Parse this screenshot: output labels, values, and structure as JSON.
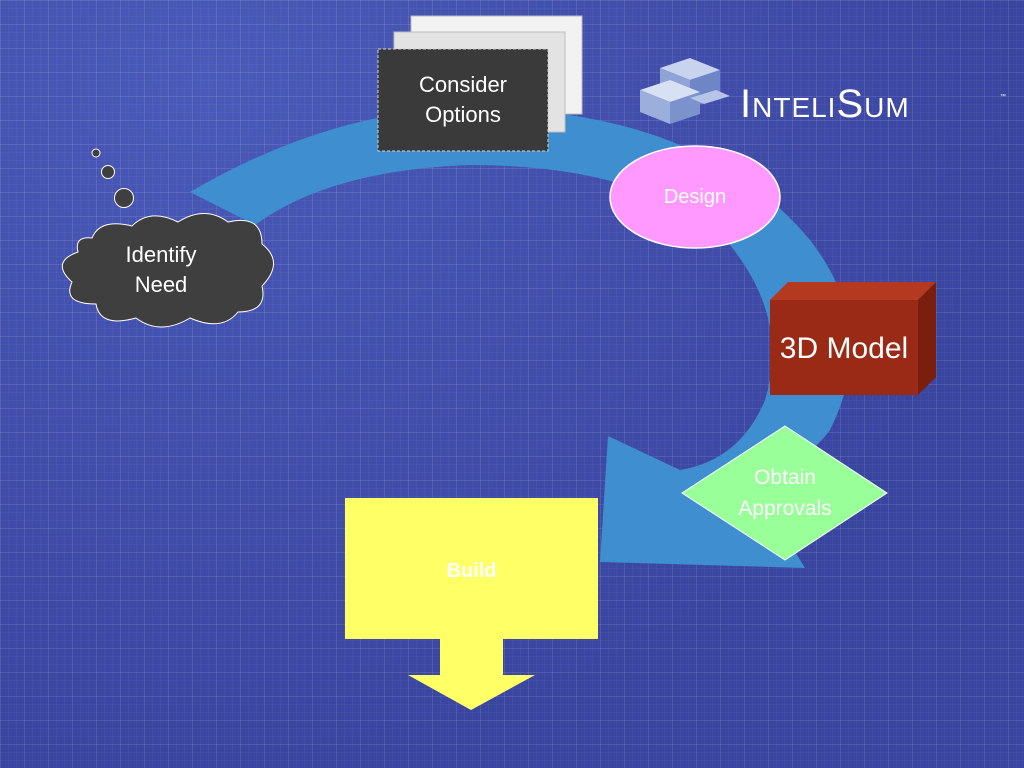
{
  "nodes": {
    "consider_options": {
      "line1": "Consider",
      "line2": "Options"
    },
    "identify_need": {
      "line1": "Identify",
      "line2": "Need"
    },
    "design": {
      "label": "Design"
    },
    "model_3d": {
      "label": "3D Model"
    },
    "obtain_approvals": {
      "line1": "Obtain",
      "line2": "Approvals"
    },
    "build": {
      "label": "Build"
    }
  },
  "logo": {
    "brand": "InteliSum",
    "trademark": "™"
  },
  "colors": {
    "background": "#3d4aa8",
    "cycle_arrow": "#3f8ecf",
    "consider_options": "#3a3a3a",
    "identify_need": "#3f3f3f",
    "design": "#ff99ff",
    "model_3d": "#9a2a15",
    "obtain_approvals": "#99ff99",
    "build": "#ffff66"
  }
}
